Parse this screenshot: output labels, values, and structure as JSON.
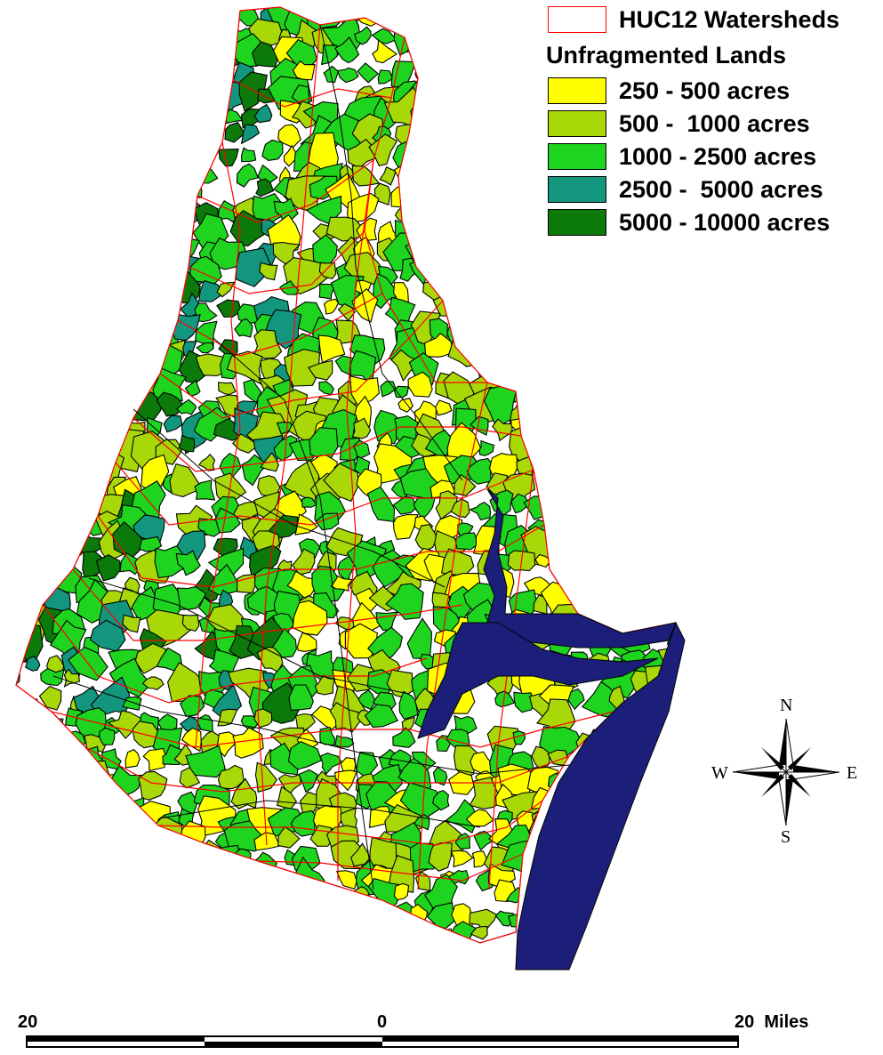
{
  "legend": {
    "watersheds": {
      "label": "HUC12 Watersheds",
      "color": "#ff0000"
    },
    "heading": "Unfragmented Lands",
    "classes": [
      {
        "label": "250 - 500 acres",
        "color": "#ffff00"
      },
      {
        "label": "500 -  1000 acres",
        "color": "#a8d808"
      },
      {
        "label": "1000 - 2500 acres",
        "color": "#1ed41e"
      },
      {
        "label": "2500 -  5000 acres",
        "color": "#12967e"
      },
      {
        "label": "5000 - 10000 acres",
        "color": "#0b7a0b"
      }
    ]
  },
  "water_color": "#1c1f7a",
  "compass": {
    "north": "N",
    "south": "S",
    "east": "E",
    "west": "W"
  },
  "scale_bar": {
    "left_label": "20",
    "center_label": "0",
    "right_label": "20  Miles"
  }
}
